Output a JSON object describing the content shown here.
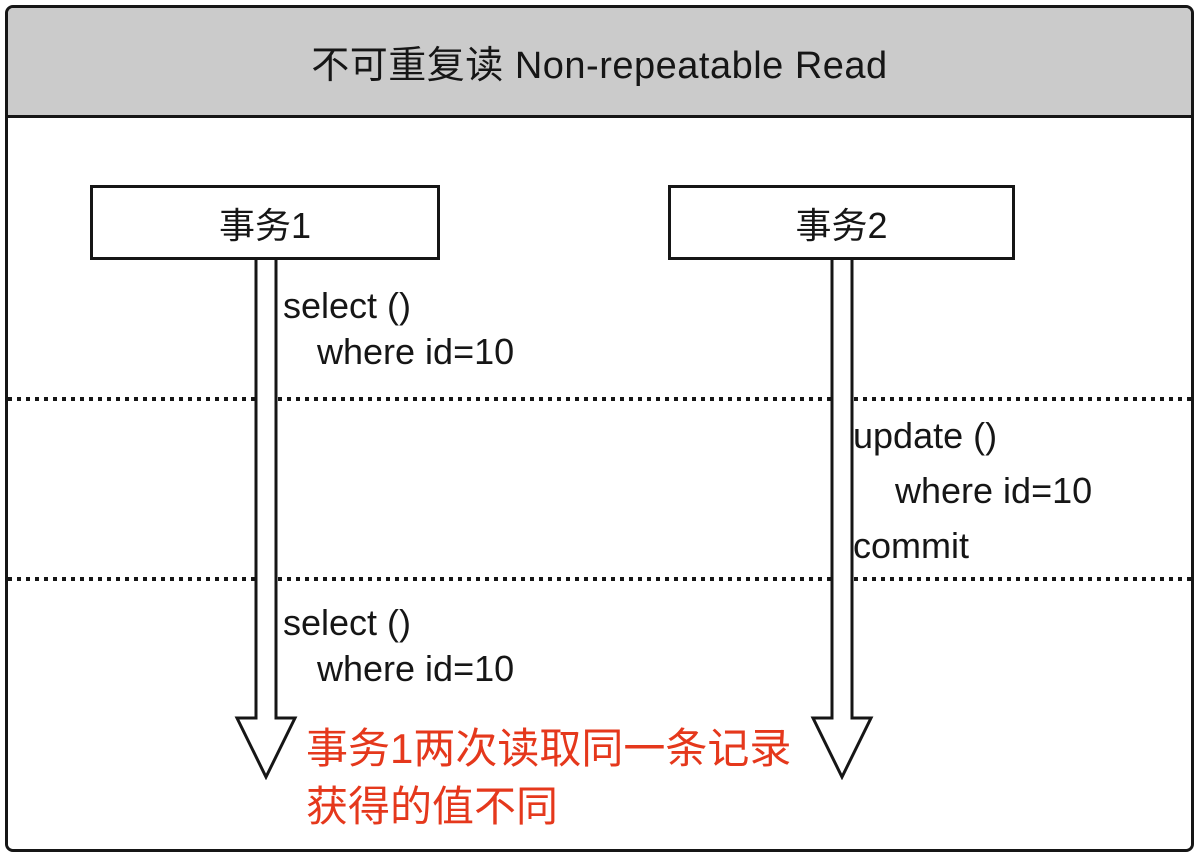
{
  "diagram": {
    "title": "不可重复读 Non-repeatable Read",
    "transactions": [
      {
        "label": "事务1"
      },
      {
        "label": "事务2"
      }
    ],
    "steps": {
      "t1_select_1": {
        "line1": "select ()",
        "line2": "where id=10"
      },
      "t2_update": {
        "line1": "update ()",
        "line2": "where id=10",
        "line3": "commit"
      },
      "t1_select_2": {
        "line1": "select ()",
        "line2": "where id=10"
      }
    },
    "annotation": {
      "line1": "事务1两次读取同一条记录",
      "line2": "获得的值不同"
    },
    "colors": {
      "header_bg": "#cbcbcb",
      "line": "#161616",
      "annotation_red": "#e5381c"
    }
  }
}
